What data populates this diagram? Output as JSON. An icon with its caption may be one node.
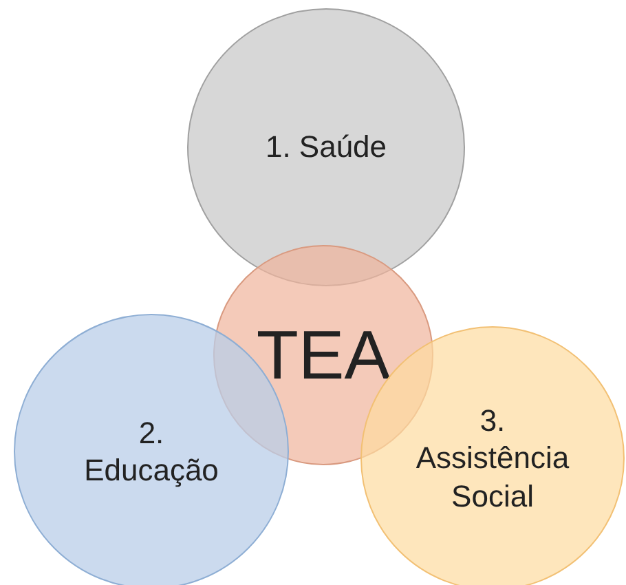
{
  "diagram": {
    "nodes": [
      {
        "text": [
          "1. Saúde"
        ]
      },
      {
        "text": [
          "TEA"
        ]
      },
      {
        "text": [
          "2. Educação"
        ]
      },
      {
        "text": [
          "3. Assistência Social"
        ]
      }
    ]
  }
}
